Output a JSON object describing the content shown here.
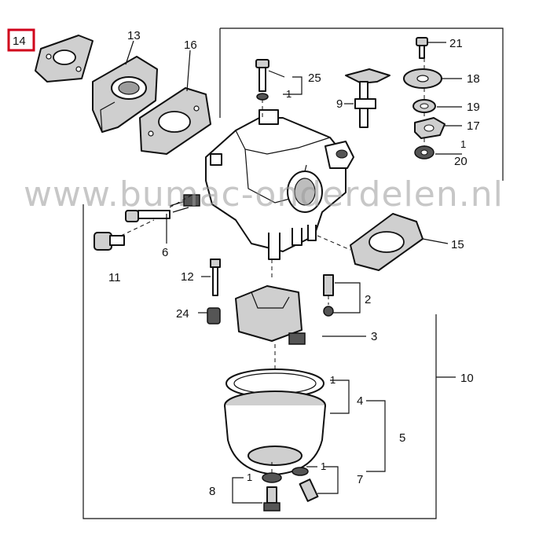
{
  "diagram": {
    "watermark": "www.bumac-onderdelen.nl",
    "highlight_color": "#d0021b",
    "highlighted_part": "14",
    "part_labels": {
      "p14": "14",
      "p13": "13",
      "p16": "16",
      "p21": "21",
      "p25": "25",
      "p18": "18",
      "p9": "9",
      "p19": "19",
      "p17": "17",
      "p20": "20",
      "p11": "11",
      "p6": "6",
      "p15": "15",
      "p12": "12",
      "p2": "2",
      "p24": "24",
      "p3": "3",
      "p10": "10",
      "p4": "4",
      "p5": "5",
      "p8": "8",
      "p7": "7"
    },
    "sub_labels": {
      "s25": "1",
      "s20": "1",
      "s4": "1",
      "s8": "1",
      "s7": "1"
    }
  }
}
